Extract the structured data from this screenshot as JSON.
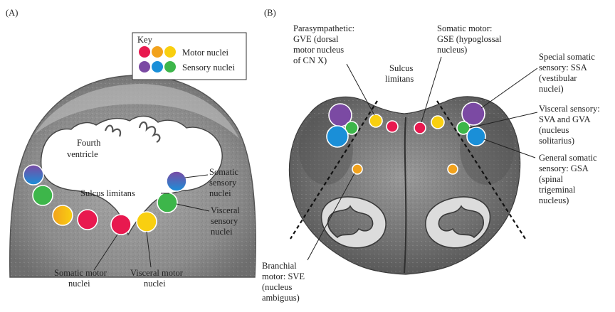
{
  "panels": {
    "a": "(A)",
    "b": "(B)"
  },
  "key": {
    "title": "Key",
    "motor_label": "Motor nuclei",
    "sensory_label": "Sensory nuclei"
  },
  "colors": {
    "red": "#e8194f",
    "orange": "#f2a21c",
    "yellow": "#f9cf10",
    "purple": "#7b4aa3",
    "blue": "#1a8fd8",
    "green": "#3db64a"
  },
  "panel_a": {
    "fourth_ventricle": [
      "Fourth",
      "ventricle"
    ],
    "sulcus_limitans": "Sulcus limitans",
    "somatic_sensory": [
      "Somatic",
      "sensory",
      "nuclei"
    ],
    "visceral_sensory": [
      "Visceral",
      "sensory",
      "nuclei"
    ],
    "somatic_motor": [
      "Somatic motor",
      "nuclei"
    ],
    "visceral_motor": [
      "Visceral motor",
      "nuclei"
    ]
  },
  "panel_b": {
    "parasympathetic": [
      "Parasympathetic:",
      "GVE (dorsal",
      "motor nucleus",
      "of CN X)"
    ],
    "somatic_motor": [
      "Somatic motor:",
      "GSE (hypoglossal",
      "nucleus)"
    ],
    "sulcus_limitans": [
      "Sulcus",
      "limitans"
    ],
    "special_somatic": [
      "Special somatic",
      "sensory: SSA",
      "(vestibular",
      "nuclei)"
    ],
    "visceral_sensory": [
      "Visceral sensory:",
      "SVA and GVA",
      "(nucleus",
      "solitarius)"
    ],
    "general_somatic": [
      "General somatic",
      "sensory: GSA",
      "(spinal",
      "trigeminal",
      "nucleus)"
    ],
    "branchial_motor": [
      "Branchial",
      "motor: SVE",
      "(nucleus",
      "ambiguus)"
    ]
  }
}
